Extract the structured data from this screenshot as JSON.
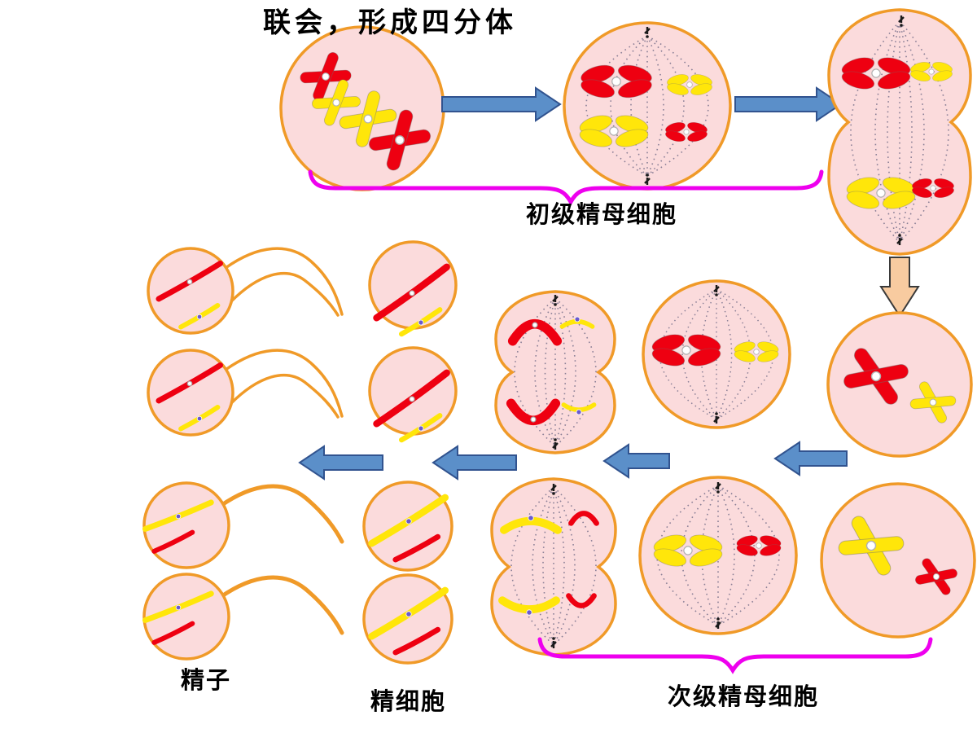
{
  "diagram": {
    "labels": {
      "synapsis": "联会，形成四分体",
      "primary_spermatocyte": "初级精母细胞",
      "secondary_spermatocyte": "次级精母细胞",
      "spermatid": "精细胞",
      "sperm": "精子"
    },
    "colors": {
      "background": "#FFFFFF",
      "cell_fill": "#FBDBDC",
      "cell_membrane": "#F09A28",
      "chromosome_red": "#EE0011",
      "chromosome_yellow": "#FFE60A",
      "centromere_light": "#FFFFFF",
      "centromere_blue": "#6A5ACD",
      "spindle_fiber": "#8A7F96",
      "flow_arrow_fill": "#5B8FC9",
      "flow_arrow_border": "#31538F",
      "division_arrow_fill": "#F8CBA0",
      "division_arrow_border": "#3A3A3A",
      "brace": "#EE00EE",
      "label_text": "#000000"
    }
  }
}
